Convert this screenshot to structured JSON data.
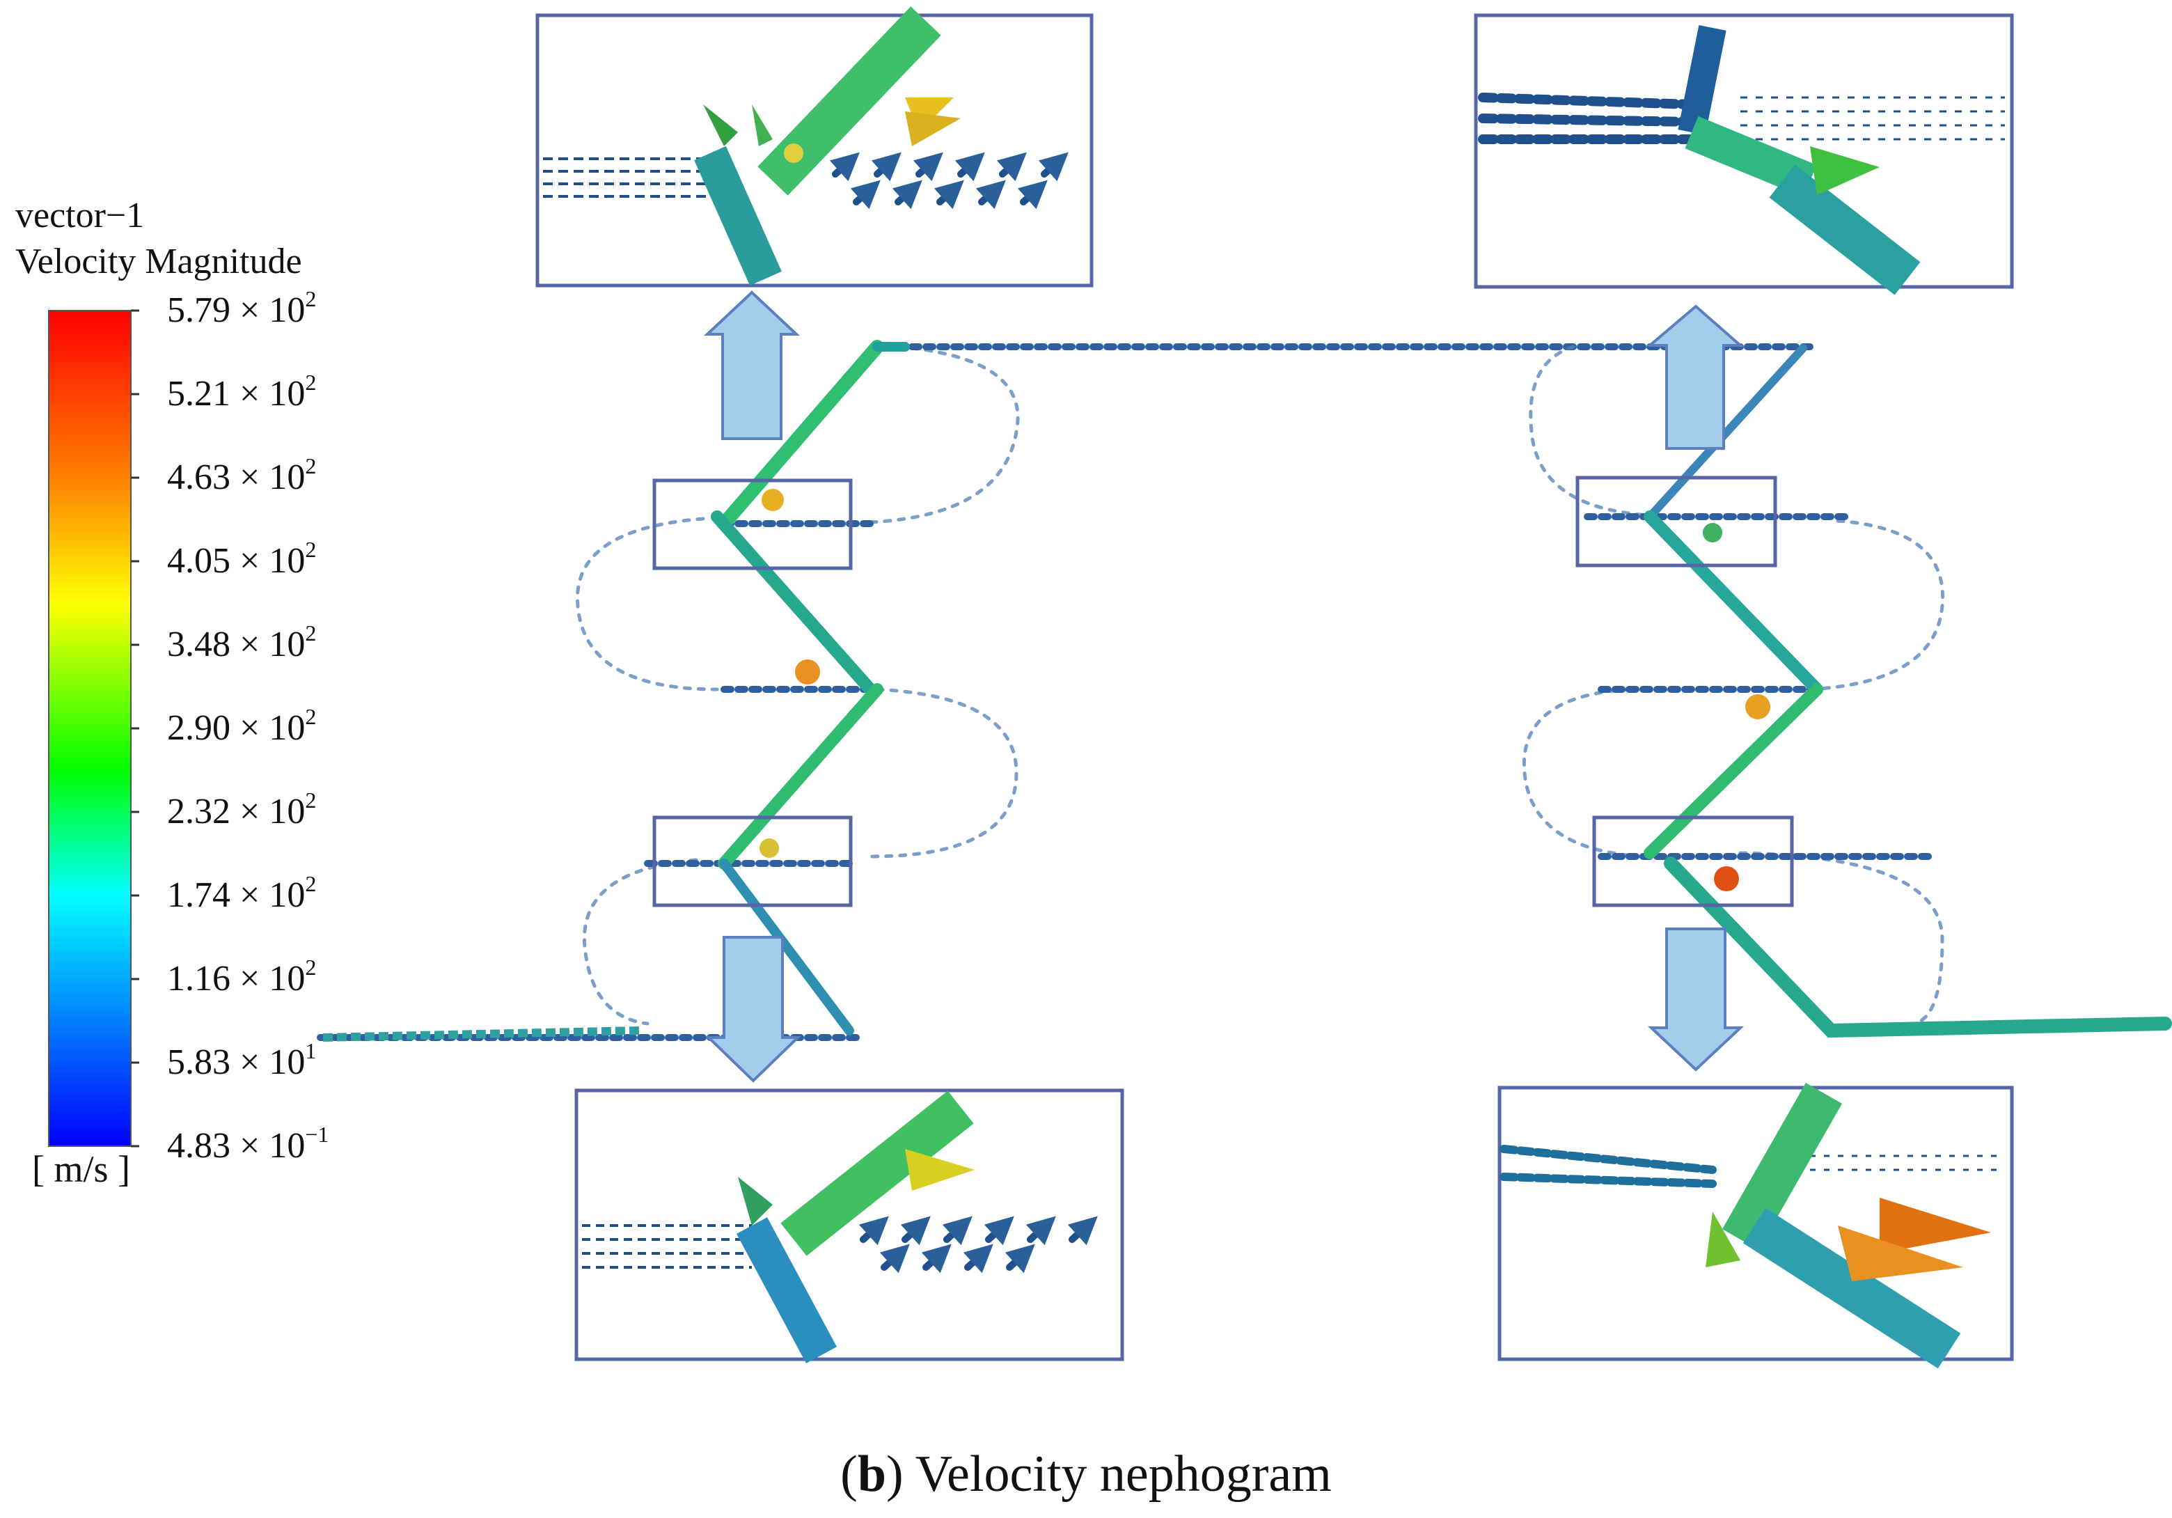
{
  "legend": {
    "title_line1": "vector−1",
    "title_line2": "Velocity Magnitude",
    "unit": "[ m/s ]",
    "ticks": [
      {
        "mantissa": "5.79",
        "exponent": "2"
      },
      {
        "mantissa": "5.21",
        "exponent": "2"
      },
      {
        "mantissa": "4.63",
        "exponent": "2"
      },
      {
        "mantissa": "4.05",
        "exponent": "2"
      },
      {
        "mantissa": "3.48",
        "exponent": "2"
      },
      {
        "mantissa": "2.90",
        "exponent": "2"
      },
      {
        "mantissa": "2.32",
        "exponent": "2"
      },
      {
        "mantissa": "1.74",
        "exponent": "2"
      },
      {
        "mantissa": "1.16",
        "exponent": "2"
      },
      {
        "mantissa": "5.83",
        "exponent": "1"
      },
      {
        "mantissa": "4.83",
        "exponent": "−1"
      }
    ],
    "colors": [
      "#ff0000",
      "#ff8000",
      "#ffff00",
      "#00ff00",
      "#00ffff",
      "#0000ff"
    ]
  },
  "caption": {
    "label": "b",
    "text": " Velocity nephogram"
  },
  "colors": {
    "frame": "#5565a8",
    "arrow_fill": "#a4cdec",
    "arrow_stroke": "#5b7fbf",
    "low_vector": "#1f4f8c",
    "mid_vector": "#20b0a0",
    "high_vector": "#e8c020",
    "peak_vector": "#e06010"
  }
}
